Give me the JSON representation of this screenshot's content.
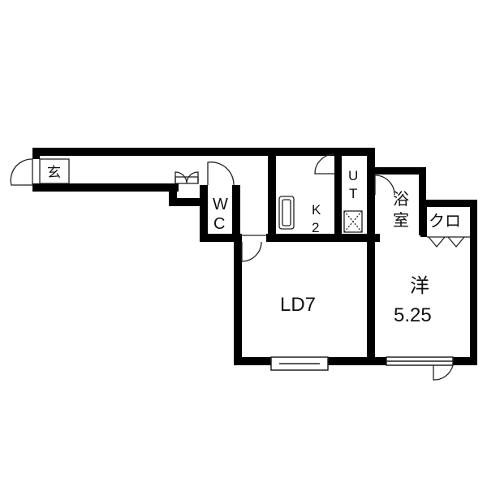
{
  "floorplan": {
    "rooms": {
      "genkan": "玄",
      "wc_line1": "W",
      "wc_line2": "C",
      "kitchen_line1": "K",
      "kitchen_line2": "2",
      "ut_line1": "U",
      "ut_line2": "T",
      "bath_line1": "浴",
      "bath_line2": "室",
      "closet": "クロ",
      "ld": "LD7",
      "western_line1": "洋",
      "western_line2": "5.25"
    },
    "colors": {
      "wall": "#000000",
      "background": "#ffffff",
      "line": "#222222"
    }
  }
}
